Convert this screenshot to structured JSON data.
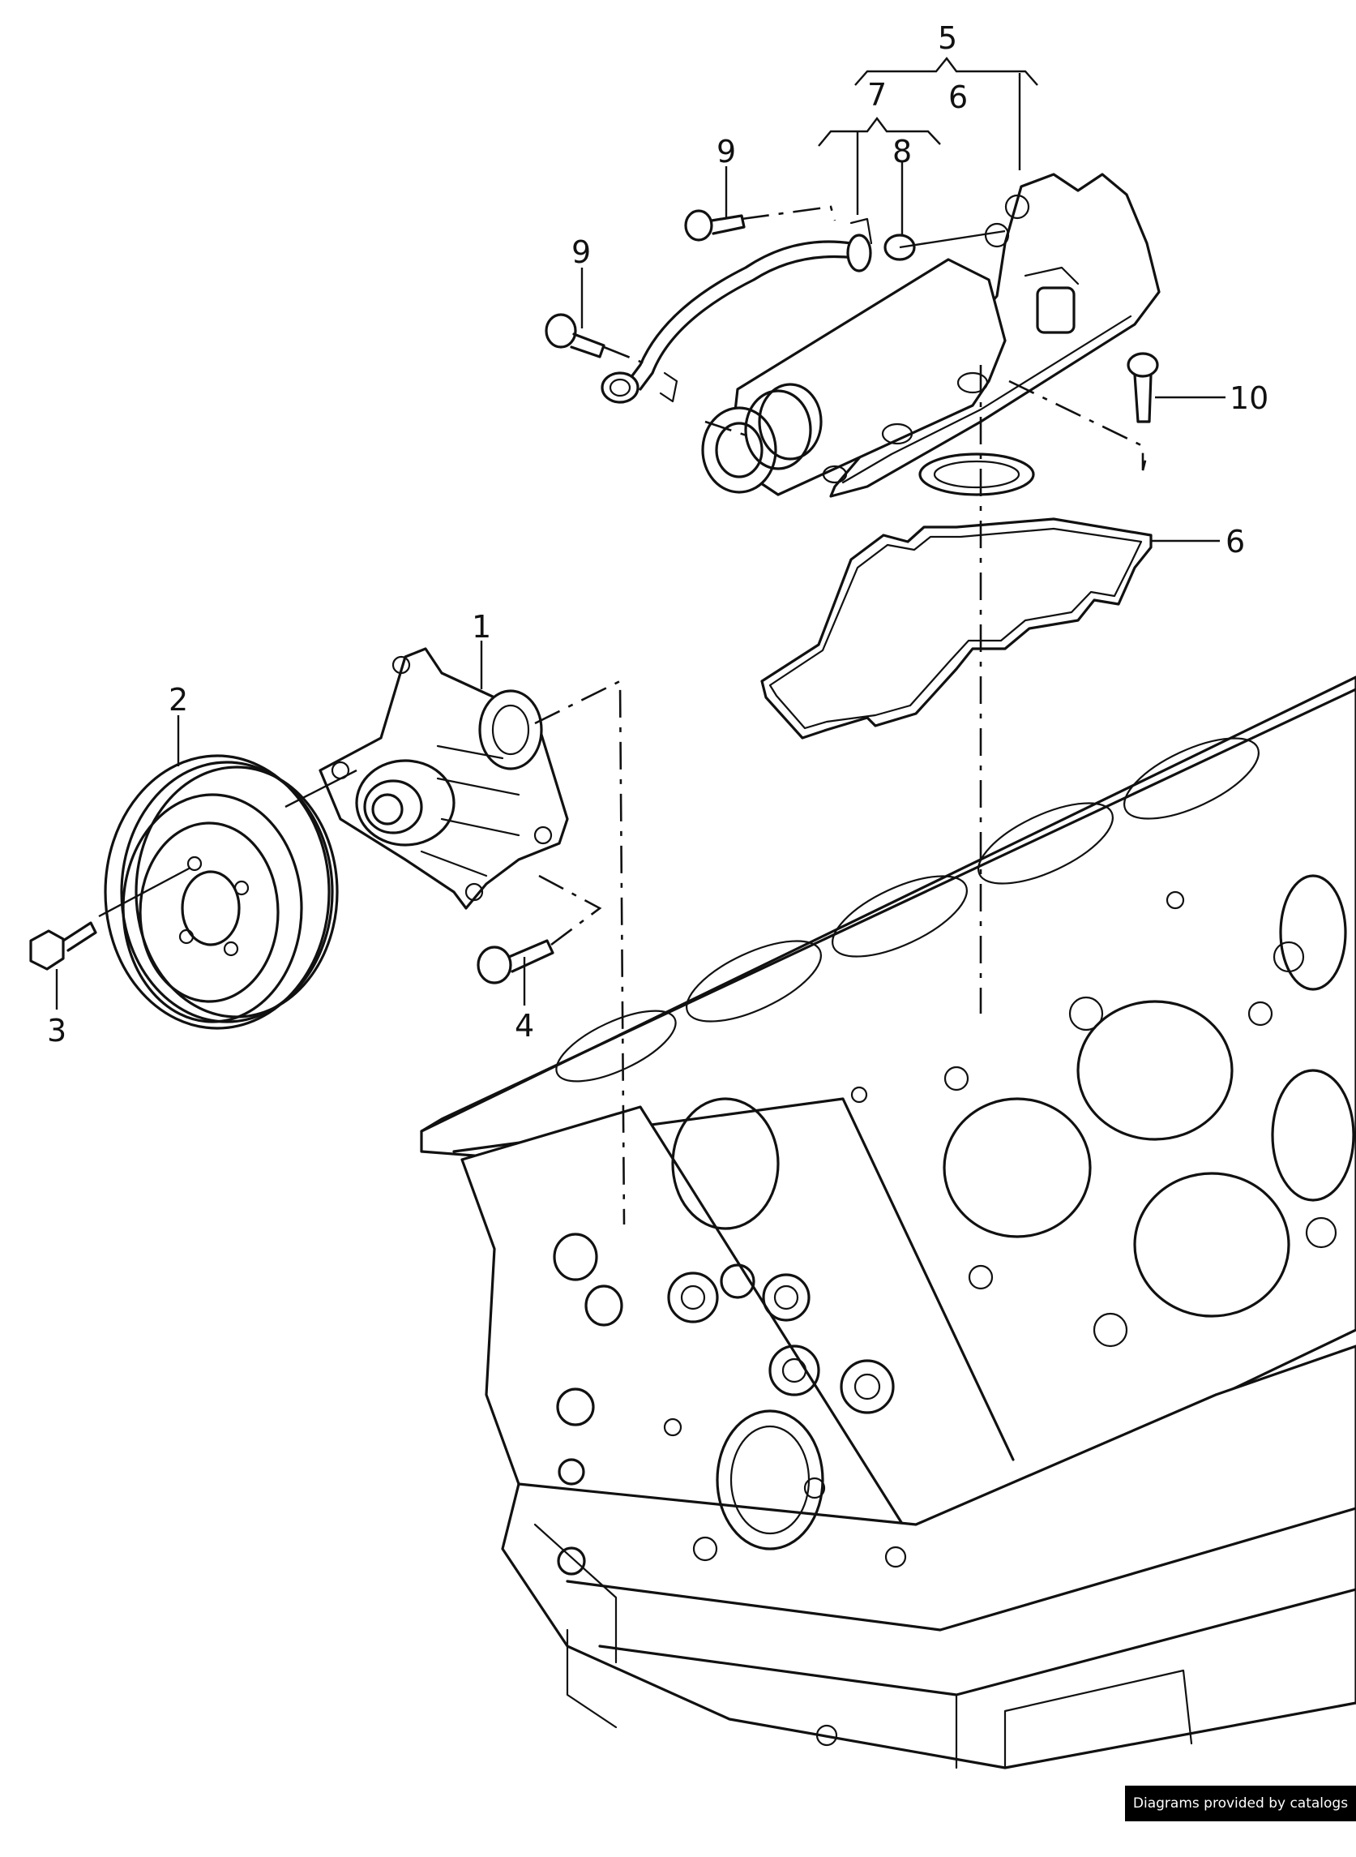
{
  "diagram": {
    "callouts": [
      {
        "id": "c5",
        "label": "5"
      },
      {
        "id": "c6a",
        "label": "6"
      },
      {
        "id": "c7",
        "label": "7"
      },
      {
        "id": "c8",
        "label": "8"
      },
      {
        "id": "c9a",
        "label": "9"
      },
      {
        "id": "c9b",
        "label": "9"
      },
      {
        "id": "c10",
        "label": "10"
      },
      {
        "id": "c6b",
        "label": "6"
      },
      {
        "id": "c1",
        "label": "1"
      },
      {
        "id": "c2",
        "label": "2"
      },
      {
        "id": "c3",
        "label": "3"
      },
      {
        "id": "c4",
        "label": "4"
      }
    ]
  },
  "footer": {
    "credit": "Diagrams provided by catalogs parts"
  }
}
